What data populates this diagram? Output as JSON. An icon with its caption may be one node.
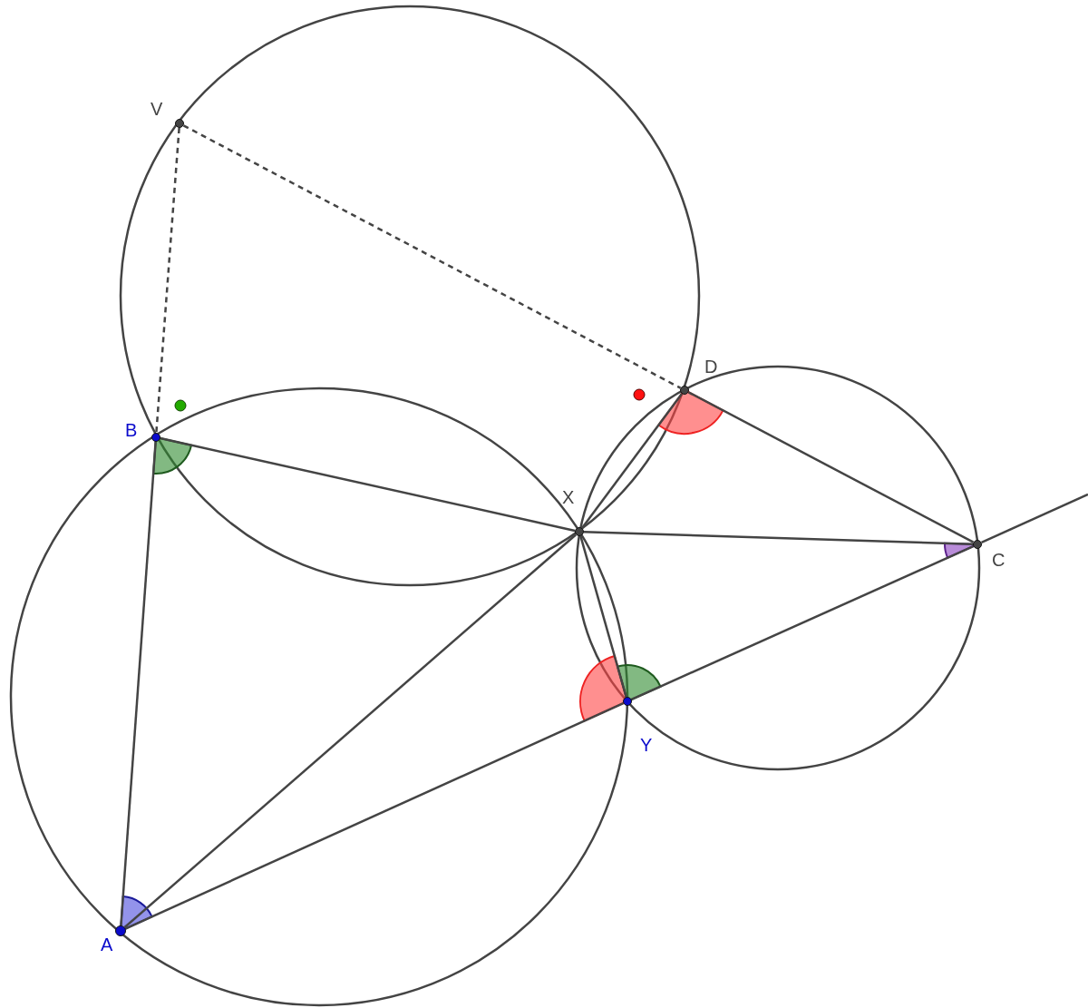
{
  "diagram": {
    "nodes": [
      {
        "text": [],
        "shape": "circle",
        "beside": [
          "V"
        ]
      },
      {
        "text": [],
        "shape": "circle",
        "beside": [
          "B"
        ]
      },
      {
        "text": [],
        "shape": "circle",
        "beside": [
          "D"
        ]
      },
      {
        "text": [],
        "shape": "circle",
        "beside": [
          "X"
        ]
      },
      {
        "text": [],
        "shape": "circle",
        "beside": [
          "C"
        ]
      },
      {
        "text": [],
        "shape": "circle",
        "beside": [
          "Y"
        ]
      },
      {
        "text": [],
        "shape": "circle",
        "beside": [
          "A"
        ]
      }
    ],
    "edges": [
      {
        "from": 0,
        "to": 1,
        "arrow": "none",
        "style": "dashed"
      },
      {
        "from": 0,
        "to": 2,
        "arrow": "none",
        "style": "dashed"
      },
      {
        "from": 1,
        "to": 6,
        "arrow": "none"
      },
      {
        "from": 1,
        "to": 3,
        "arrow": "none"
      },
      {
        "from": 6,
        "to": 3,
        "arrow": "none"
      },
      {
        "from": 6,
        "to": 5,
        "arrow": "none"
      },
      {
        "from": 5,
        "to": 4,
        "arrow": "none"
      },
      {
        "from": 4,
        "to": null,
        "arrow": "none"
      },
      {
        "from": 3,
        "to": 4,
        "arrow": "none"
      },
      {
        "from": 2,
        "to": 4,
        "arrow": "none"
      },
      {
        "from": 3,
        "to": 2,
        "arrow": "none"
      },
      {
        "from": 3,
        "to": 5,
        "arrow": "none"
      }
    ]
  }
}
